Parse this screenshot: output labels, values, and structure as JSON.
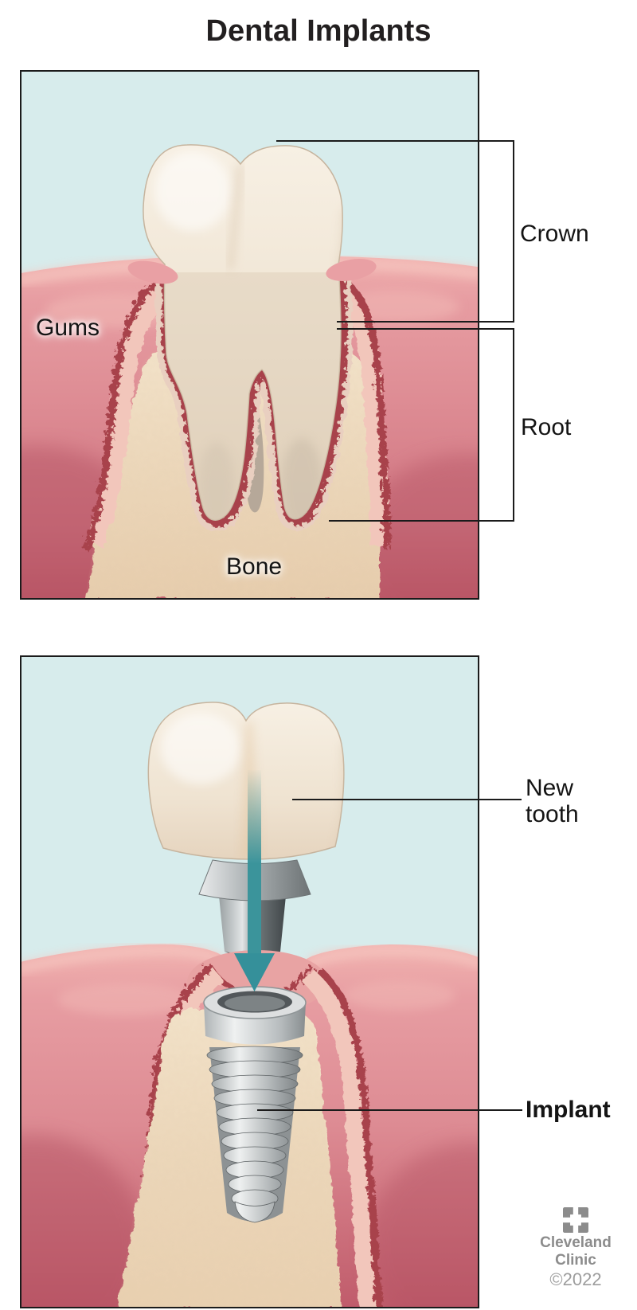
{
  "title": "Dental Implants",
  "panel1": {
    "description": "natural tooth anatomy",
    "labels": {
      "gums": "Gums",
      "bone": "Bone",
      "crown": "Crown",
      "root": "Root"
    }
  },
  "panel2": {
    "description": "dental implant placement",
    "labels": {
      "new_tooth": "New tooth",
      "implant": "Implant"
    }
  },
  "footer": {
    "brand_line1": "Cleveland",
    "brand_line2": "Clinic",
    "copyright": "©2022"
  },
  "colors": {
    "panel_background": "#d7ecec",
    "gum_light": "#f0b4b0",
    "gum_mid": "#dd8b93",
    "gum_dark": "#c05c6b",
    "socket_line_red": "#a8434c",
    "socket_lining_pale": "#f2c6bb",
    "bone_tan": "#ecd7ba",
    "tooth_cream": "#f4ecdf",
    "implant_gray_light": "#d5d8d9",
    "implant_gray_dark": "#5c6062",
    "arrow_teal": "#3b949b",
    "label_text": "#141414",
    "brand_gray": "#8c8c8c"
  }
}
